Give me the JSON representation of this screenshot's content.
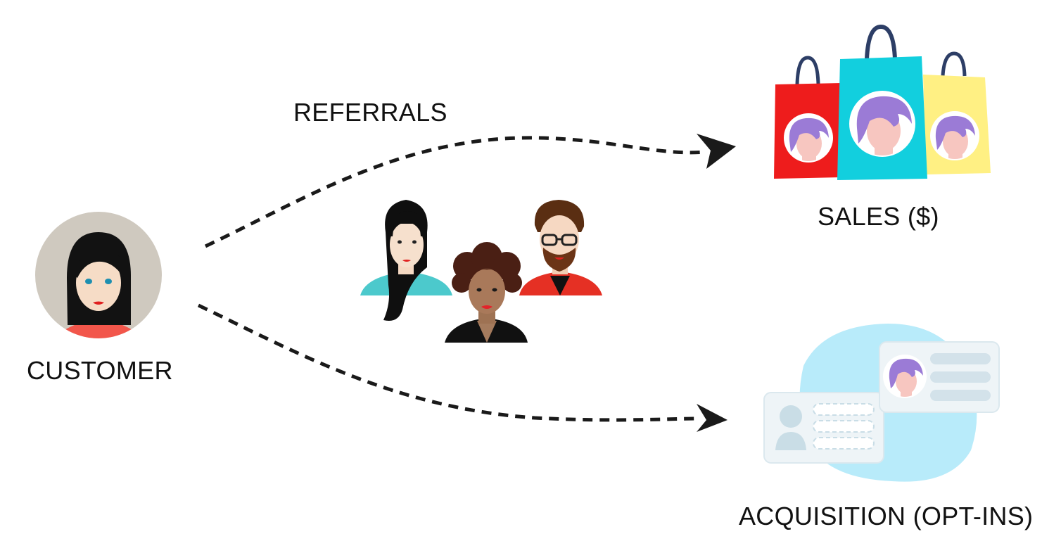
{
  "diagram": {
    "nodes": {
      "customer": {
        "label": "CUSTOMER",
        "icon": "woman-avatar-icon"
      },
      "referrals": {
        "label": "REFERRALS",
        "icon": "referral-people-group-icon"
      },
      "sales": {
        "label": "SALES ($)",
        "icon": "shopping-bags-icon"
      },
      "acquisition": {
        "label": "ACQUISITION (OPT-INS)",
        "icon": "contact-cards-icon"
      }
    },
    "edges": [
      {
        "from": "customer",
        "to": "sales",
        "style": "dashed-arrow"
      },
      {
        "from": "customer",
        "to": "acquisition",
        "style": "dashed-arrow"
      }
    ]
  },
  "colors": {
    "text": "#111111",
    "arrow": "#1a1a1a",
    "bag_red": "#ee1c1c",
    "bag_cyan": "#12cfde",
    "bag_yellow": "#fff083",
    "bubble": "#b8ebfa",
    "card": "#eef4f7",
    "avatar_purple": "#9b7bd6",
    "avatar_skin": "#f7c6c0"
  }
}
